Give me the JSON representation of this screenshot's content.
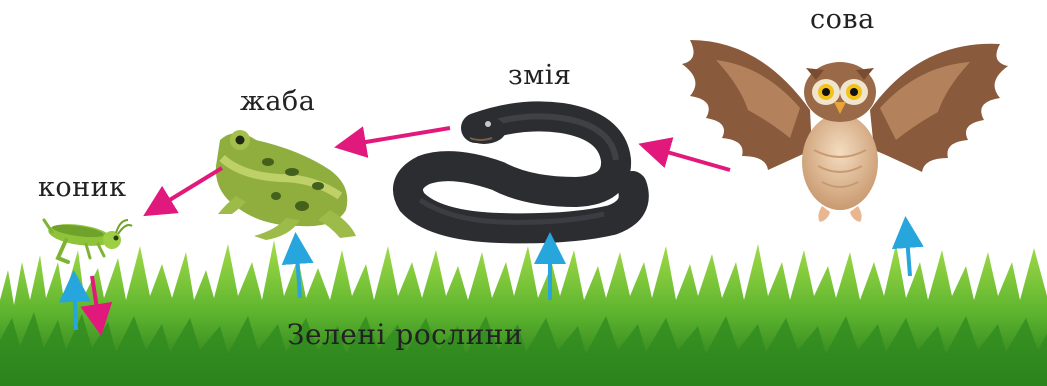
{
  "labels": {
    "owl": "сова",
    "snake": "змія",
    "frog": "жаба",
    "grasshopper": "коник",
    "plants": "Зелені рослини"
  },
  "colors": {
    "energy_arrow": "#e2197c",
    "plant_arrow": "#26a6dc",
    "grass_light": "#8ccf3c",
    "grass_dark": "#2f8a1f",
    "snake": "#2b2d31",
    "owl_wing": "#8a5a3c",
    "frog": "#8fae3e"
  },
  "icons": [
    "owl-icon",
    "snake-icon",
    "frog-icon",
    "grasshopper-icon",
    "grass-icon"
  ]
}
